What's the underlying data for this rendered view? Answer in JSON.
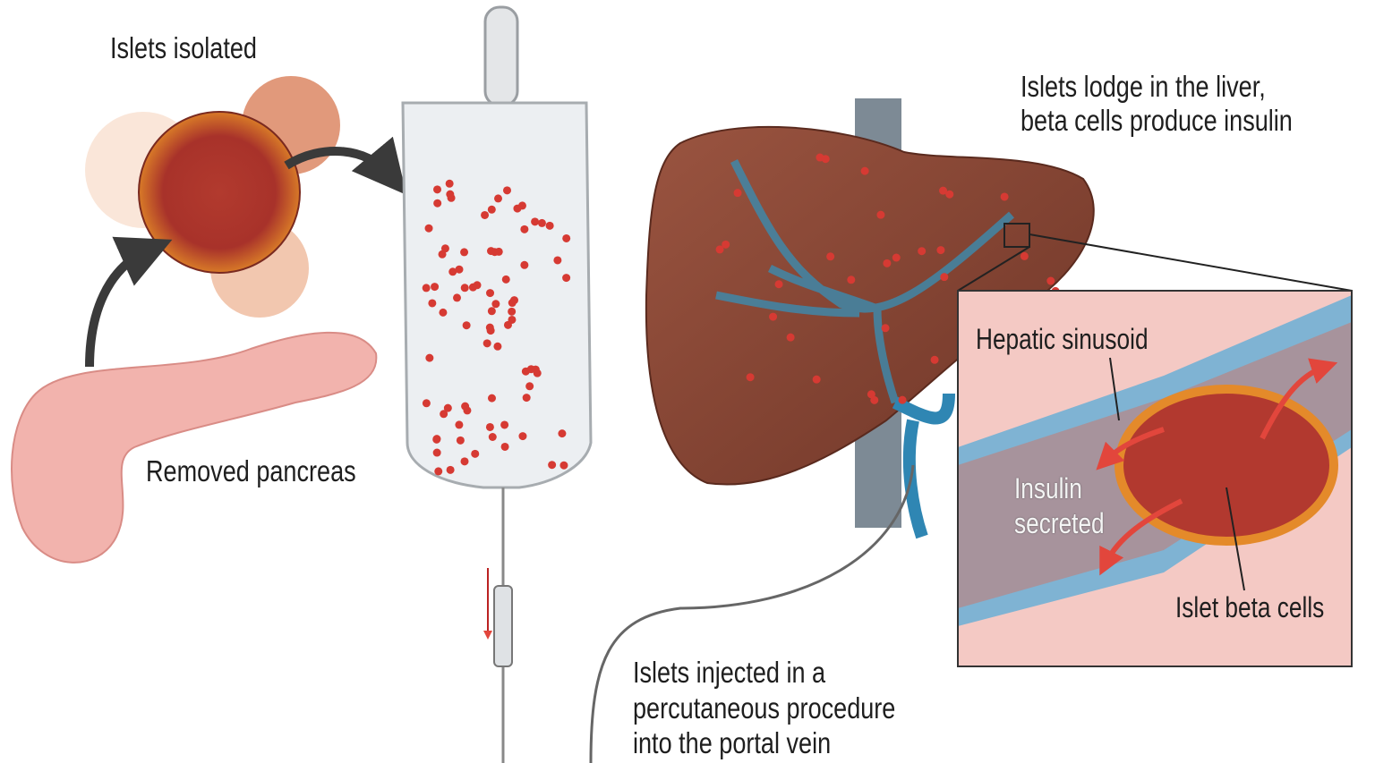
{
  "labels": {
    "islets_isolated": "Islets isolated",
    "removed_pancreas": "Removed pancreas",
    "liver_line1": "Islets lodge in the liver,",
    "liver_line2": "beta cells produce insulin",
    "hepatic_sinusoid": "Hepatic sinusoid",
    "insulin_line1": "Insulin",
    "insulin_line2": "secreted",
    "islet_beta_cells": "Islet beta cells",
    "injected_line1": "Islets injected in a",
    "injected_line2": "percutaneous procedure",
    "injected_line3": "into the portal vein"
  },
  "colors": {
    "pancreas": "#f2b3ad",
    "islet_red": "#b8342c",
    "islet_orange": "#e48a2a",
    "liver": "#8a4a38",
    "vessel_blue": "#2f86b3",
    "bag": "#e9ecef",
    "arrow_red": "#e2463c",
    "inset_tissue": "#f4c9c4"
  }
}
